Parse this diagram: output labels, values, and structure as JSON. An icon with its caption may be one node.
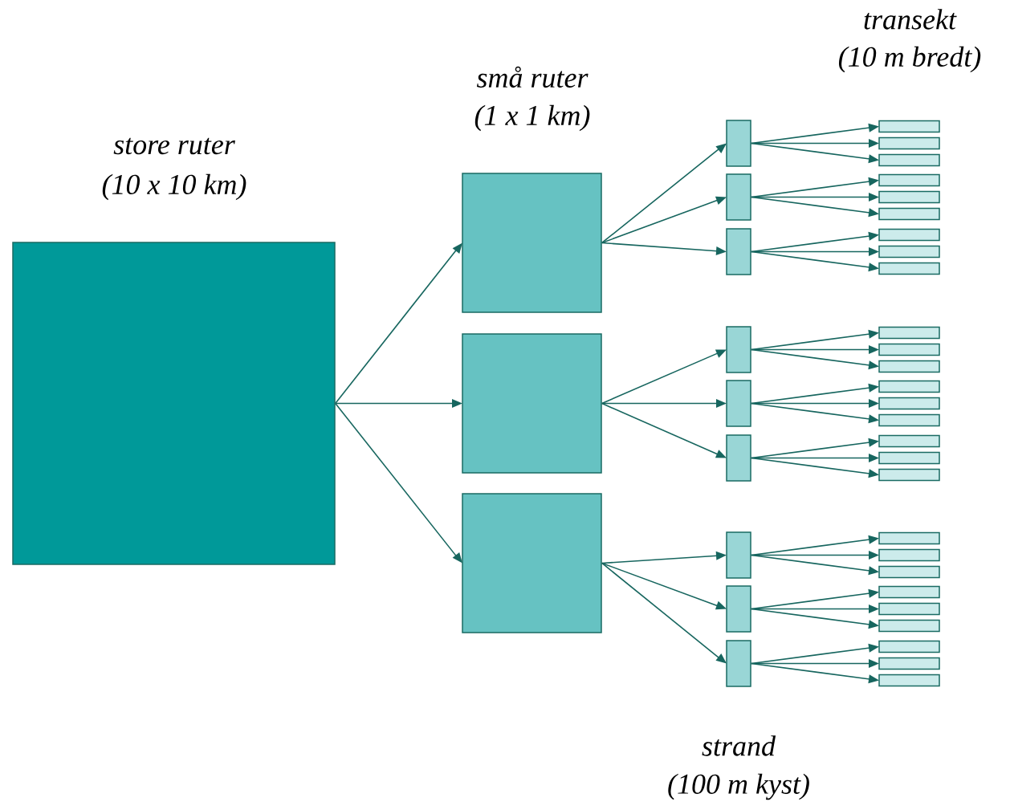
{
  "diagram": {
    "nodes": [
      {
        "text": [],
        "shape": "box"
      },
      {
        "text": [],
        "shape": "box"
      },
      {
        "text": [],
        "shape": "box"
      },
      {
        "text": [],
        "shape": "box"
      },
      {
        "text": [],
        "shape": "box"
      },
      {
        "text": [],
        "shape": "box"
      },
      {
        "text": [],
        "shape": "box"
      },
      {
        "text": [],
        "shape": "box"
      },
      {
        "text": [],
        "shape": "box"
      },
      {
        "text": [],
        "shape": "box"
      },
      {
        "text": [],
        "shape": "box"
      },
      {
        "text": [],
        "shape": "box"
      },
      {
        "text": [],
        "shape": "box"
      },
      {
        "text": [],
        "shape": "box"
      },
      {
        "text": [],
        "shape": "box"
      },
      {
        "text": [],
        "shape": "box"
      },
      {
        "text": [],
        "shape": "box"
      },
      {
        "text": [],
        "shape": "box"
      },
      {
        "text": [],
        "shape": "box"
      },
      {
        "text": [],
        "shape": "box"
      },
      {
        "text": [],
        "shape": "box"
      },
      {
        "text": [],
        "shape": "box"
      },
      {
        "text": [],
        "shape": "box"
      },
      {
        "text": [],
        "shape": "box"
      },
      {
        "text": [],
        "shape": "box"
      },
      {
        "text": [],
        "shape": "box"
      },
      {
        "text": [],
        "shape": "box"
      },
      {
        "text": [],
        "shape": "box"
      },
      {
        "text": [],
        "shape": "box"
      },
      {
        "text": [],
        "shape": "box"
      },
      {
        "text": [],
        "shape": "box"
      },
      {
        "text": [],
        "shape": "box"
      },
      {
        "text": [],
        "shape": "box"
      },
      {
        "text": [],
        "shape": "box"
      },
      {
        "text": [],
        "shape": "box"
      },
      {
        "text": [],
        "shape": "box"
      },
      {
        "text": [],
        "shape": "box"
      },
      {
        "text": [],
        "shape": "box"
      },
      {
        "text": [],
        "shape": "box"
      },
      {
        "text": [],
        "shape": "box"
      }
    ],
    "edges": [
      {
        "from": 0,
        "to": 1,
        "arrow": "to"
      },
      {
        "from": 0,
        "to": 2,
        "arrow": "to"
      },
      {
        "from": 0,
        "to": 3,
        "arrow": "to"
      },
      {
        "from": 1,
        "to": 4,
        "arrow": "to"
      },
      {
        "from": 1,
        "to": 5,
        "arrow": "to"
      },
      {
        "from": 1,
        "to": 6,
        "arrow": "to"
      },
      {
        "from": 2,
        "to": 7,
        "arrow": "to"
      },
      {
        "from": 2,
        "to": 8,
        "arrow": "to"
      },
      {
        "from": 2,
        "to": 9,
        "arrow": "to"
      },
      {
        "from": 3,
        "to": 10,
        "arrow": "to"
      },
      {
        "from": 3,
        "to": 11,
        "arrow": "to"
      },
      {
        "from": 3,
        "to": 12,
        "arrow": "to"
      },
      {
        "from": 4,
        "to": 13,
        "arrow": "to"
      },
      {
        "from": 4,
        "to": 14,
        "arrow": "to"
      },
      {
        "from": 4,
        "to": 15,
        "arrow": "to"
      },
      {
        "from": 5,
        "to": 16,
        "arrow": "to"
      },
      {
        "from": 5,
        "to": 17,
        "arrow": "to"
      },
      {
        "from": 5,
        "to": 18,
        "arrow": "to"
      },
      {
        "from": 6,
        "to": 19,
        "arrow": "to"
      },
      {
        "from": 6,
        "to": 20,
        "arrow": "to"
      },
      {
        "from": 6,
        "to": 21,
        "arrow": "to"
      },
      {
        "from": 7,
        "to": 22,
        "arrow": "to"
      },
      {
        "from": 7,
        "to": 23,
        "arrow": "to"
      },
      {
        "from": 7,
        "to": 24,
        "arrow": "to"
      },
      {
        "from": 8,
        "to": 25,
        "arrow": "to"
      },
      {
        "from": 8,
        "to": 26,
        "arrow": "to"
      },
      {
        "from": 8,
        "to": 27,
        "arrow": "to"
      },
      {
        "from": 9,
        "to": 28,
        "arrow": "to"
      },
      {
        "from": 9,
        "to": 29,
        "arrow": "to"
      },
      {
        "from": 9,
        "to": 30,
        "arrow": "to"
      },
      {
        "from": 10,
        "to": 31,
        "arrow": "to"
      },
      {
        "from": 10,
        "to": 32,
        "arrow": "to"
      },
      {
        "from": 10,
        "to": 33,
        "arrow": "to"
      },
      {
        "from": 11,
        "to": 34,
        "arrow": "to"
      },
      {
        "from": 11,
        "to": 35,
        "arrow": "to"
      },
      {
        "from": 11,
        "to": 36,
        "arrow": "to"
      },
      {
        "from": 12,
        "to": 37,
        "arrow": "to"
      },
      {
        "from": 12,
        "to": 38,
        "arrow": "to"
      },
      {
        "from": 12,
        "to": 39,
        "arrow": "to"
      }
    ],
    "labels": [
      "transekt",
      "(10 m bredt)",
      "små ruter",
      "(1 x 1 km)",
      "store ruter",
      "(10 x 10 km)",
      "strand",
      "(100 m kyst)"
    ]
  }
}
